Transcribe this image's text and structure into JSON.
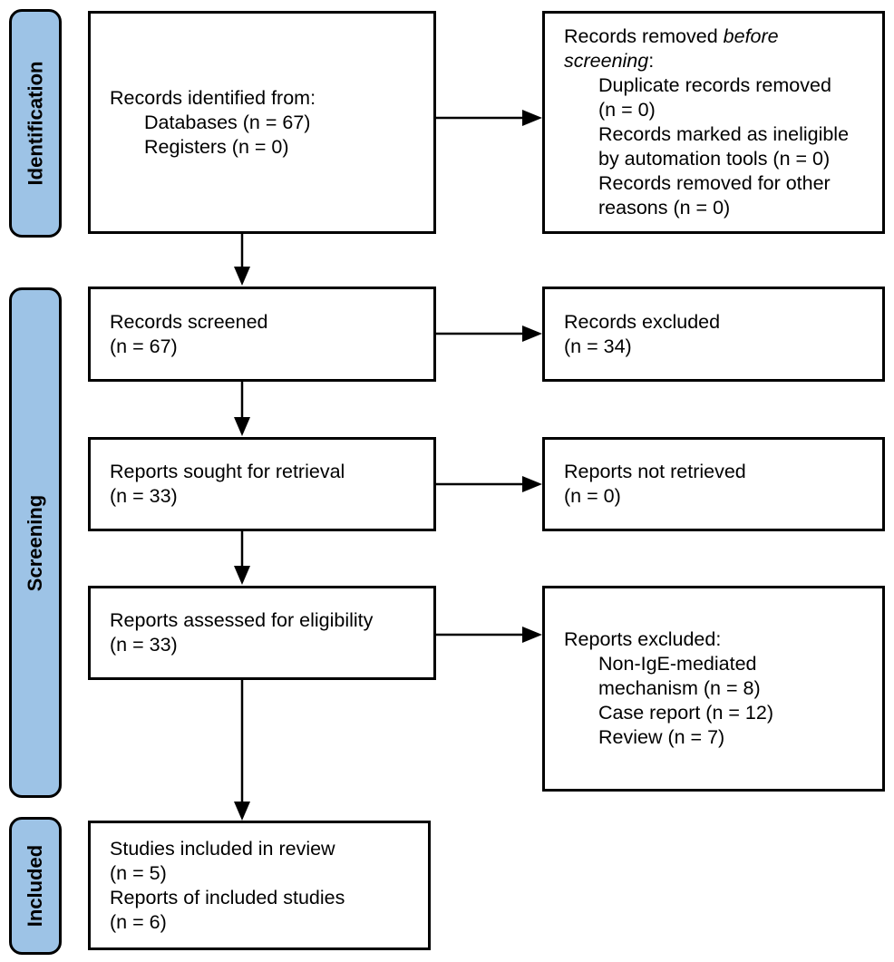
{
  "colors": {
    "stage_fill": "#9dc3e6",
    "line": "#000000",
    "background": "#ffffff"
  },
  "stages": {
    "identification": "Identification",
    "screening": "Screening",
    "included": "Included"
  },
  "boxes": {
    "records_identified": {
      "line1": "Records identified from:",
      "line2": "Databases (n = 67)",
      "line3": "Registers (n = 0)"
    },
    "records_removed": {
      "line1_normal": "Records removed ",
      "line1_italic": "before",
      "line2_italic": "screening",
      "line2_colon": ":",
      "item1_line1": "Duplicate records removed",
      "item1_line2": "(n = 0)",
      "item2_line1": "Records marked as ineligible",
      "item2_line2": "by automation tools (n = 0)",
      "item3_line1": "Records removed for other",
      "item3_line2": "reasons (n = 0)"
    },
    "records_screened": {
      "line1": "Records screened",
      "line2": "(n = 67)"
    },
    "records_excluded": {
      "line1": "Records excluded",
      "line2": "(n = 34)"
    },
    "reports_sought": {
      "line1": "Reports sought for retrieval",
      "line2": "(n = 33)"
    },
    "reports_not_retrieved": {
      "line1": "Reports not retrieved",
      "line2": "(n = 0)"
    },
    "reports_assessed": {
      "line1": "Reports assessed for eligibility",
      "line2": "(n = 33)"
    },
    "reports_excluded": {
      "line1": "Reports excluded:",
      "item1_line1": "Non-IgE-mediated",
      "item1_line2": "mechanism (n = 8)",
      "item2": "Case report (n = 12)",
      "item3": "Review (n = 7)"
    },
    "studies_included": {
      "line1": "Studies included in review",
      "line2": "(n = 5)",
      "line3": "Reports of included studies",
      "line4": "(n = 6)"
    }
  }
}
